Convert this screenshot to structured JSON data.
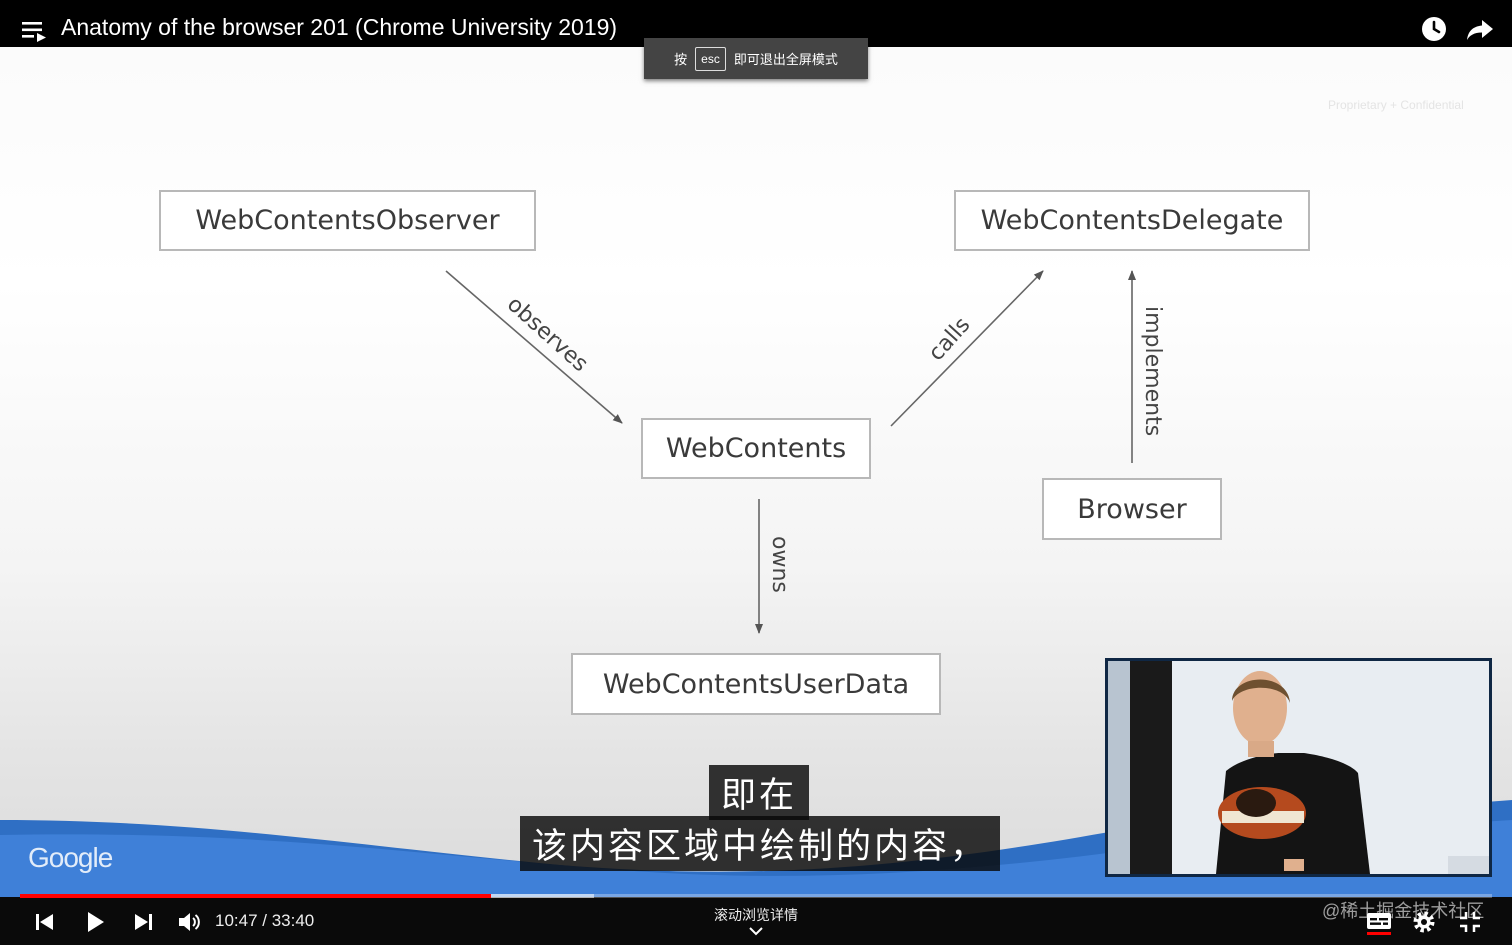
{
  "header": {
    "title": "Anatomy of the browser 201 (Chrome University 2019)",
    "menu_icon": "playlist-icon",
    "clock_icon": "watch-later-icon",
    "share_icon": "share-icon"
  },
  "fullscreen_hint": {
    "prefix": "按",
    "key": "esc",
    "suffix": "即可退出全屏模式"
  },
  "slide": {
    "watermark": "Proprietary + Confidential",
    "boxes": {
      "observer": "WebContentsObserver",
      "delegate": "WebContentsDelegate",
      "web_contents": "WebContents",
      "browser": "Browser",
      "user_data": "WebContentsUserData"
    },
    "edges": {
      "observes": "observes",
      "calls": "calls",
      "implements": "implements",
      "owns": "owns"
    },
    "logo": "Google"
  },
  "subtitles": {
    "line1": "即在",
    "line2": "该内容区域中绘制的内容，"
  },
  "player": {
    "current_time": "10:47",
    "separator": " / ",
    "duration": "33:40",
    "time_display": "10:47 / 33:40",
    "played_fraction": 0.32,
    "buffered_fraction": 0.39,
    "scroll_hint": "滚动浏览详情",
    "site_watermark": "@稀土掘金技术社区",
    "colors": {
      "progress": "#ff0000",
      "background": "#0a0a0a"
    }
  }
}
